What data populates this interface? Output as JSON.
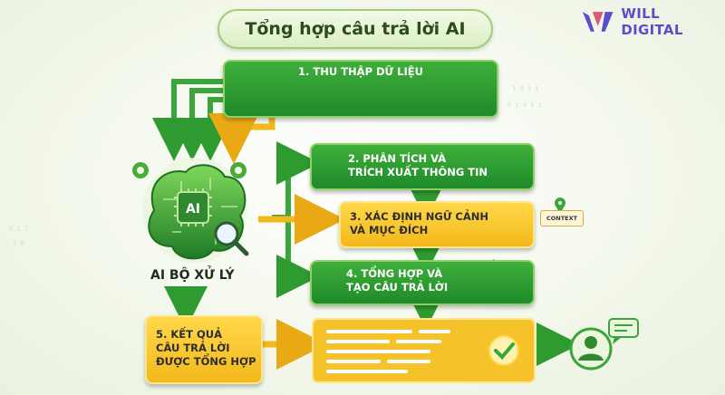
{
  "title": "Tổng hợp câu trả lời AI",
  "logo": {
    "text": "WILL DIGITAL",
    "icon": "will-digital-logo-icon",
    "color": "#5a4fc9"
  },
  "steps": {
    "collect": "1. THU THẬP DỮ LIỆU",
    "analyze": "2. PHÂN TÍCH VÀ\nTRÍCH XUẤT THÔNG TIN",
    "context": "3. XÁC ĐỊNH NGỮ CẢNH\nVÀ MỤC ĐÍCH",
    "synthesize": "4. TỔNG HỢP VÀ\nTẠO CÂU TRẢ LỜI",
    "result": "5. KẾT QUẢ\nCÂU TRẢ LỜI\nĐƯỢC TỔNG HỢP"
  },
  "ai_label": "AI BỘ XỬ LÝ",
  "ai_chip_text": "AI",
  "context_tag": "CONTEXT",
  "source_icons": [
    "document-icon",
    "web-page-icon",
    "globe-icon",
    "facebook-icon",
    "network-nodes-icon",
    "database-icon"
  ],
  "colors": {
    "green": "#2a9a32",
    "yellow": "#f5c22a",
    "arrow_green": "#3aa63a",
    "arrow_yellow": "#f2b81c",
    "brain": "#2f8f2f"
  }
}
